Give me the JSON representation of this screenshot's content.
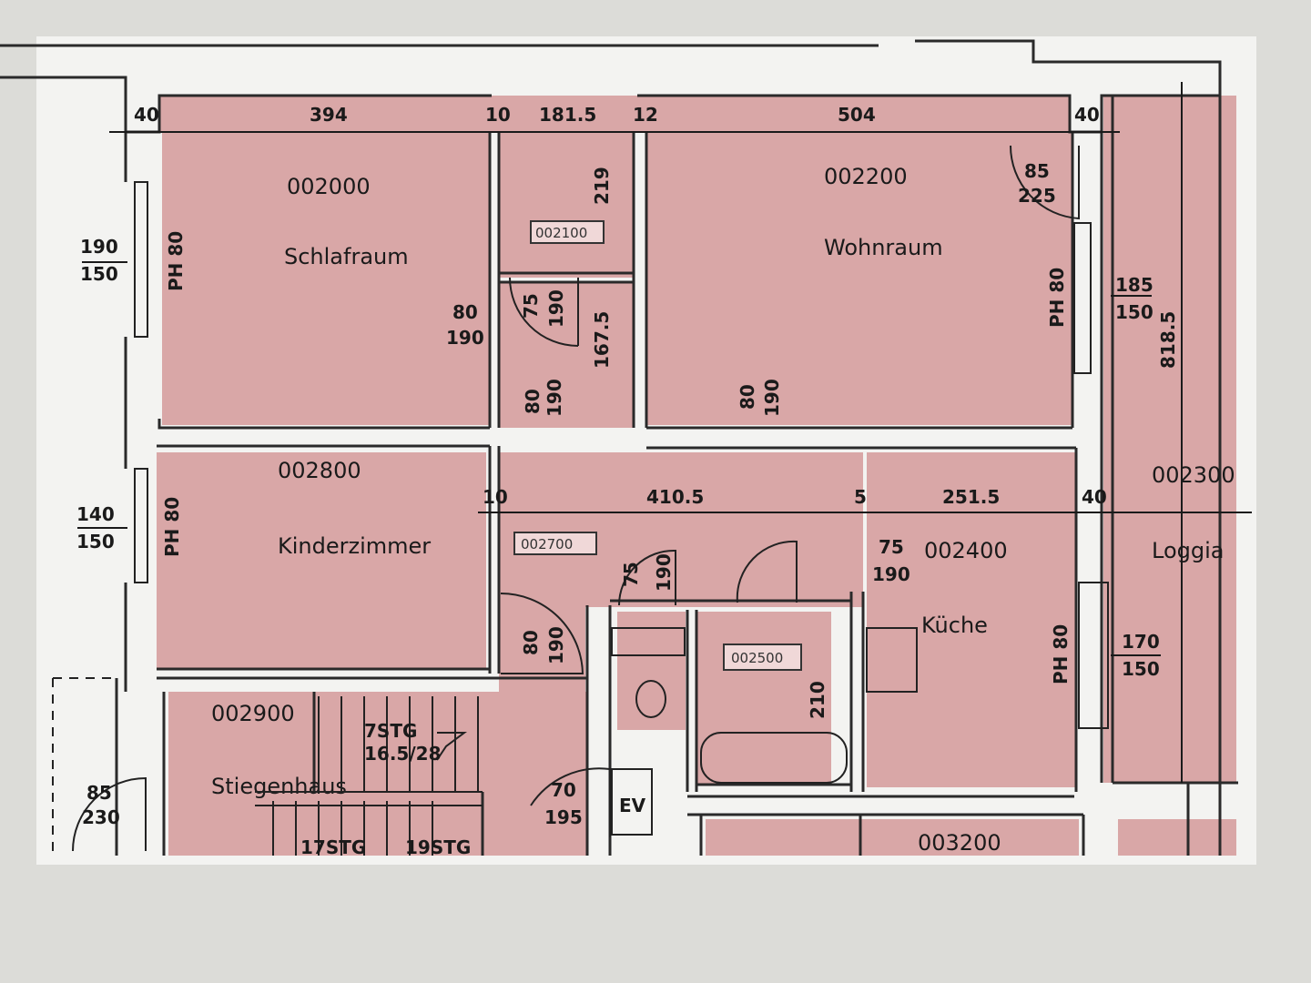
{
  "dimensions_top": [
    "40",
    "394",
    "10",
    "181.5",
    "12",
    "504",
    "40"
  ],
  "dimensions_mid": [
    "10",
    "410.5",
    "5",
    "251.5",
    "40"
  ],
  "dimensions_side": {
    "left_top": [
      "190",
      "150"
    ],
    "left_mid": [
      "140",
      "150"
    ],
    "right_top": [
      "185",
      "150"
    ],
    "right_mid": [
      "170",
      "150"
    ],
    "loggia_height": "818.5",
    "bath_219": "219",
    "bath_167": "167.5",
    "bath_210": "210"
  },
  "wall_tags": [
    "PH 80",
    "PH 80",
    "PH 80",
    "PH 80"
  ],
  "rooms": [
    {
      "code": "002000",
      "name": "Schlafraum"
    },
    {
      "code": "002100"
    },
    {
      "code": "002200",
      "name": "Wohnraum"
    },
    {
      "code": "002300",
      "name": "Loggia"
    },
    {
      "code": "002800",
      "name": "Kinderzimmer"
    },
    {
      "code": "002700"
    },
    {
      "code": "002400",
      "name": "Küche"
    },
    {
      "code": "002500"
    },
    {
      "code": "002900",
      "name": "Stiegenhaus"
    },
    {
      "code": "003200"
    }
  ],
  "doors": [
    {
      "w": "80",
      "h": "190"
    },
    {
      "w": "75",
      "h": "190"
    },
    {
      "w": "80",
      "h": "190"
    },
    {
      "w": "80",
      "h": "190"
    },
    {
      "w": "75",
      "h": "190"
    },
    {
      "w": "80",
      "h": "190"
    },
    {
      "w": "75",
      "h": "190"
    },
    {
      "w": "70",
      "h": "195"
    },
    {
      "w": "85",
      "h": "230"
    },
    {
      "w": "85",
      "h": "225"
    }
  ],
  "stair_label": [
    "7STG",
    "16.5/28"
  ],
  "stair_bottom": [
    "17STG",
    "19STG"
  ],
  "ev_label": "EV"
}
